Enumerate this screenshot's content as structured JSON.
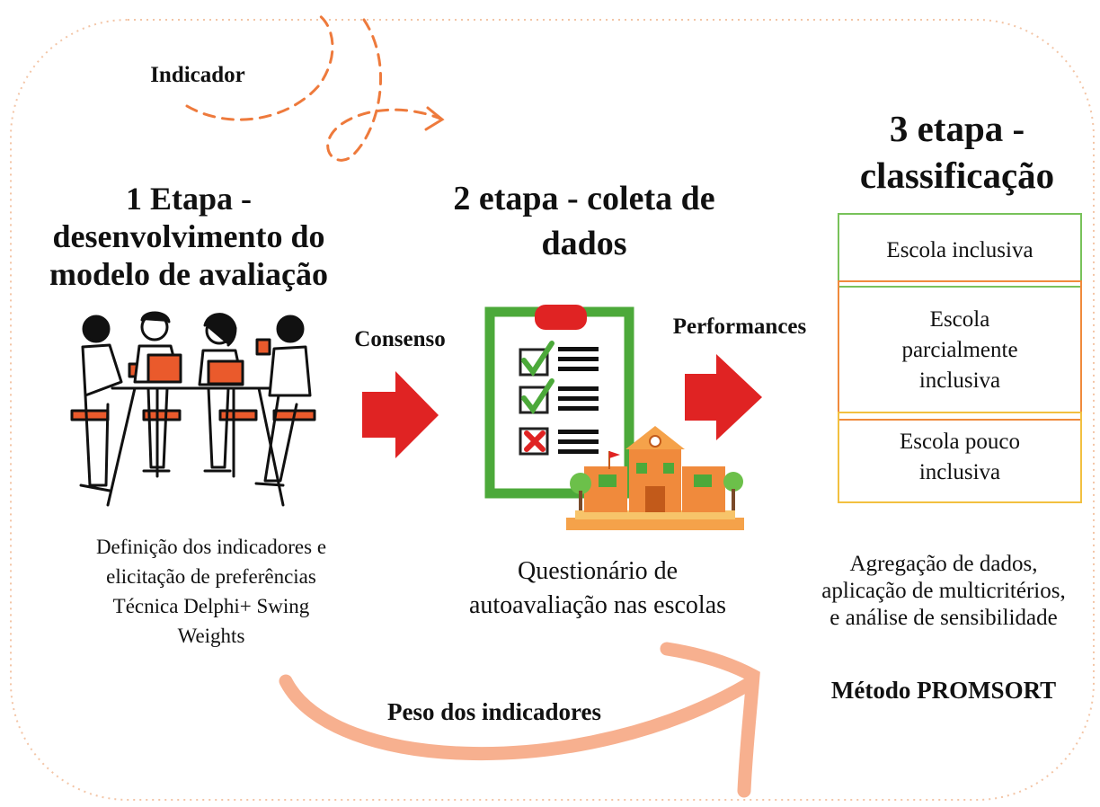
{
  "labels": {
    "indicador": "Indicador",
    "consenso": "Consenso",
    "performances": "Performances",
    "peso": "Peso dos indicadores",
    "promsort": "Método PROMSORT"
  },
  "stage1": {
    "title_lines": [
      "1 Etapa -",
      "desenvolvimento do",
      "modelo de avaliação"
    ],
    "desc_lines": [
      "Definição dos indicadores e",
      "elicitação de preferências",
      "Técnica Delphi+ Swing",
      "Weights"
    ]
  },
  "stage2": {
    "title_lines": [
      "2 etapa - coleta de",
      "dados"
    ],
    "desc_lines": [
      "Questionário de",
      "autoavaliação nas escolas"
    ]
  },
  "stage3": {
    "title_lines": [
      "3 etapa -",
      "classificação"
    ],
    "desc_lines": [
      "Agregação de dados,",
      "aplicação de multicritérios,",
      "e análise de sensibilidade"
    ],
    "classes": [
      {
        "lines": [
          "Escola inclusiva"
        ],
        "color": "#78c25a"
      },
      {
        "lines": [
          "Escola",
          "parcialmente",
          "inclusiva"
        ],
        "color": "#f08a3c"
      },
      {
        "lines": [
          "Escola pouco",
          "inclusiva"
        ],
        "color": "#f2c040"
      }
    ]
  },
  "colors": {
    "red_arrow": "#e02323",
    "dash_arrow": "#ee7a3c",
    "curve": "#f7b08f",
    "frame": "#f3c5a6",
    "clipboard_green": "#4ca93a",
    "school_orange": "#f08a3c"
  },
  "icons": [
    "team-meeting-illustration",
    "clipboard-checklist-icon",
    "school-building-icon"
  ]
}
